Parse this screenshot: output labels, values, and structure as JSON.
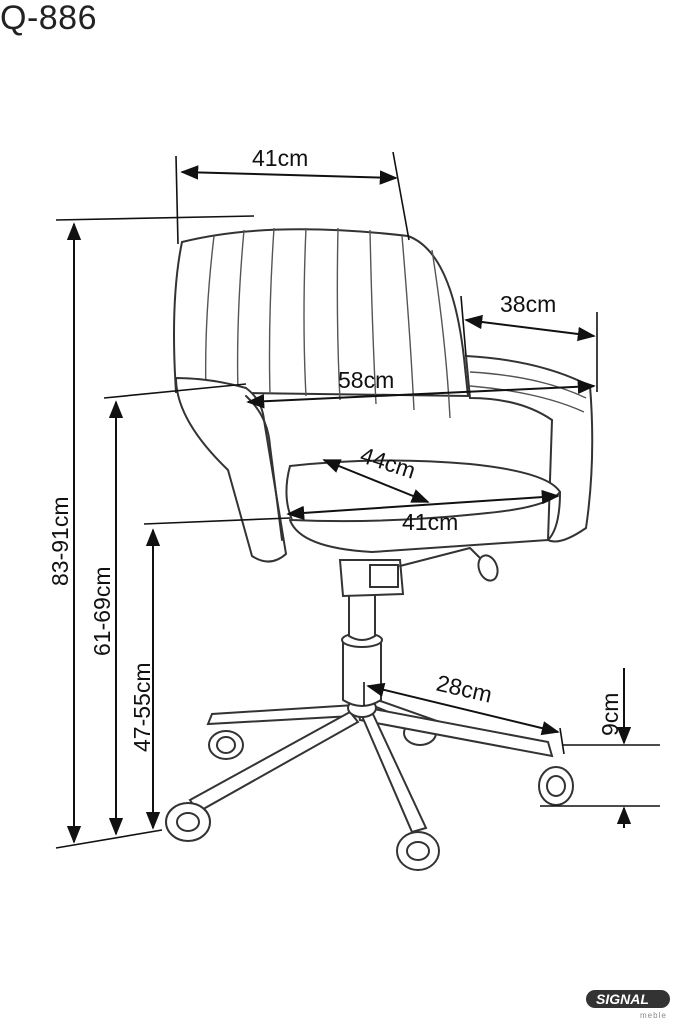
{
  "product": {
    "model": "Q-886"
  },
  "dimensions": {
    "backrest_width": "41cm",
    "armrest_depth": "38cm",
    "overall_width": "58cm",
    "seat_depth": "44cm",
    "seat_width": "41cm",
    "total_height": "83-91cm",
    "armrest_height": "61-69cm",
    "seat_height": "47-55cm",
    "base_radius": "28cm",
    "caster_height": "9cm"
  },
  "brand": {
    "name": "SIGNAL",
    "tagline": "meble"
  }
}
